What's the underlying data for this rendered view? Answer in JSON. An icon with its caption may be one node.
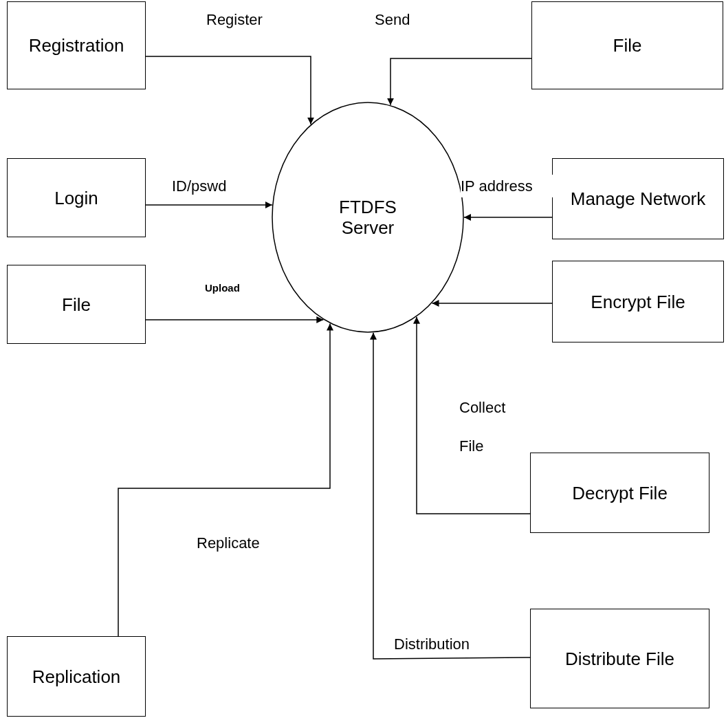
{
  "diagram": {
    "nodes": [
      {
        "text": [
          "Registration"
        ]
      },
      {
        "text": [
          "File"
        ]
      },
      {
        "text": [
          "Login"
        ]
      },
      {
        "text": [
          "FTDFS Server"
        ]
      },
      {
        "text": [
          "Manage Network"
        ]
      },
      {
        "text": [
          "File"
        ]
      },
      {
        "text": [
          "Encrypt File"
        ]
      },
      {
        "text": [
          "Decrypt File"
        ]
      },
      {
        "text": [
          "Replication"
        ]
      },
      {
        "text": [
          "Distribute File"
        ]
      }
    ],
    "edges": [
      {
        "from": 0,
        "to": 3,
        "arrow": "to",
        "label": "Register"
      },
      {
        "from": 1,
        "to": 3,
        "arrow": "to",
        "label": "Send"
      },
      {
        "from": 2,
        "to": 3,
        "arrow": "to",
        "label": "ID/pswd"
      },
      {
        "from": 4,
        "to": 3,
        "arrow": "to",
        "label": "IP address"
      },
      {
        "from": 5,
        "to": 3,
        "arrow": "to",
        "label": "Upload"
      },
      {
        "from": 6,
        "to": 3,
        "arrow": "to"
      },
      {
        "from": 7,
        "to": 3,
        "arrow": "to",
        "label": "Collect File"
      },
      {
        "from": 8,
        "to": 3,
        "arrow": "to",
        "label": "Replicate"
      },
      {
        "from": 9,
        "to": 3,
        "arrow": "to",
        "label": "Distribution"
      }
    ]
  }
}
